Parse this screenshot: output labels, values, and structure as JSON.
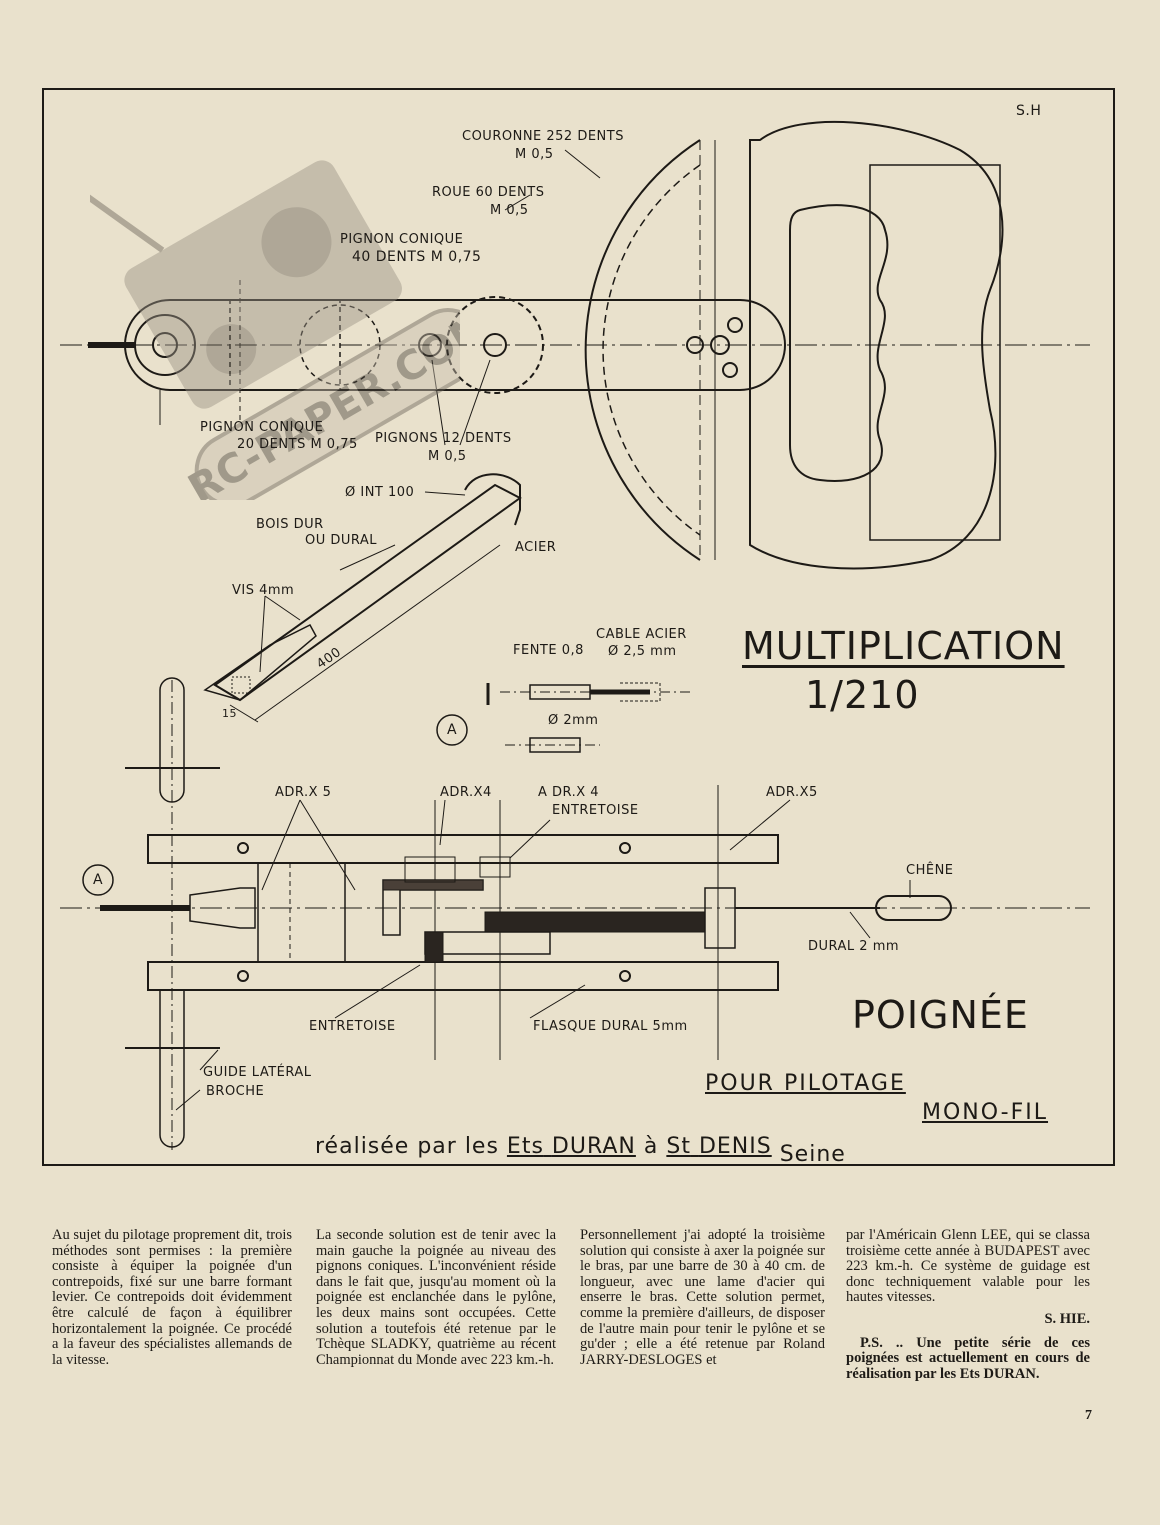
{
  "drawing": {
    "initials": "S.H",
    "labels": {
      "couronne": "COURONNE 252 DENTS",
      "couronne_m": "M 0,5",
      "roue": "ROUE 60 DENTS",
      "roue_m": "M 0,5",
      "pignon_conique_40_a": "PIGNON CONIQUE",
      "pignon_conique_40_b": "40 DENTS M 0,75",
      "pignon_conique_20_a": "PIGNON CONIQUE",
      "pignon_conique_20_b": "20 DENTS M 0,75",
      "pignons_12": "PIGNONS 12 DENTS",
      "pignons_12_m": "M 0,5",
      "int_100": "Ø INT 100",
      "bois_dur": "BOIS DUR",
      "ou_dural": "OU DURAL",
      "acier": "ACIER",
      "vis": "VIS 4mm",
      "dim_400": "400",
      "dim_15": "15",
      "fente": "FENTE 0,8",
      "cable_acier": "CABLE ACIER",
      "cable_diam": "Ø 2,5 mm",
      "diam_2mm": "Ø 2mm",
      "marker_a": "A",
      "adr_x5_left": "ADR.X 5",
      "adr_x4_1": "ADR.X4",
      "adr_x4_2": "A DR.X 4",
      "entretoise_top": "ENTRETOISE",
      "adr_x5_right": "ADR.X5",
      "chene": "CHÊNE",
      "dural_2mm": "DURAL 2 mm",
      "entretoise_bottom": "ENTRETOISE",
      "flasque": "FLASQUE DURAL 5mm",
      "guide_lateral": "GUIDE LATÉRAL",
      "broche": "BROCHE"
    },
    "title_multiplication": "MULTIPLICATION",
    "ratio": "1/210",
    "title_poignee": "POIGNÉE",
    "subtitle_1": "POUR PILOTAGE",
    "subtitle_2": "MONO-FIL",
    "credit": {
      "prefix": "réalisée par les",
      "ets": "Ets",
      "duran": "DURAN",
      "a": "à",
      "st": "St",
      "denis": "DENIS",
      "seine": "Seine"
    }
  },
  "watermark": {
    "text": "RC-PAPER.COM"
  },
  "article": {
    "col1": "Au sujet du pilotage proprement dit, trois méthodes sont permises : la première consiste à équiper la poignée d'un contrepoids, fixé sur une barre formant levier. Ce contrepoids doit évidemment être calculé de façon à équilibrer horizontalement la poignée. Ce procédé a la faveur des spécialistes allemands de la vitesse.",
    "col2": "La seconde solution est de tenir avec la main gauche la poignée au niveau des pignons coniques. L'inconvénient réside dans le fait que, jusqu'au moment où la poignée est enclanchée dans le pylône, les deux mains sont occupées. Cette solution a toutefois été retenue par le Tchèque SLADKY, quatrième au récent Championnat du Monde avec 223 km.-h.",
    "col3": "Personnellement j'ai adopté la troisième solution qui consiste à axer la poignée sur le bras, par une barre de 30 à 40 cm. de longueur, avec une lame d'acier qui enserre le bras. Cette solution permet, comme la première d'ailleurs, de disposer de l'autre main pour tenir le pylône et se gu'der ; elle a été retenue par Roland JARRY-DESLOGES et",
    "col4": "par l'Américain Glenn LEE, qui se classa troisième cette année à BUDAPEST avec 223 km.-h. Ce système de guidage est donc techniquement valable pour les hautes vitesses.",
    "signature": "S. HIE.",
    "ps": "P.S. .. Une petite série de ces poignées est actuellement en cours de réalisation par les Ets DURAN."
  },
  "page_number": "7"
}
